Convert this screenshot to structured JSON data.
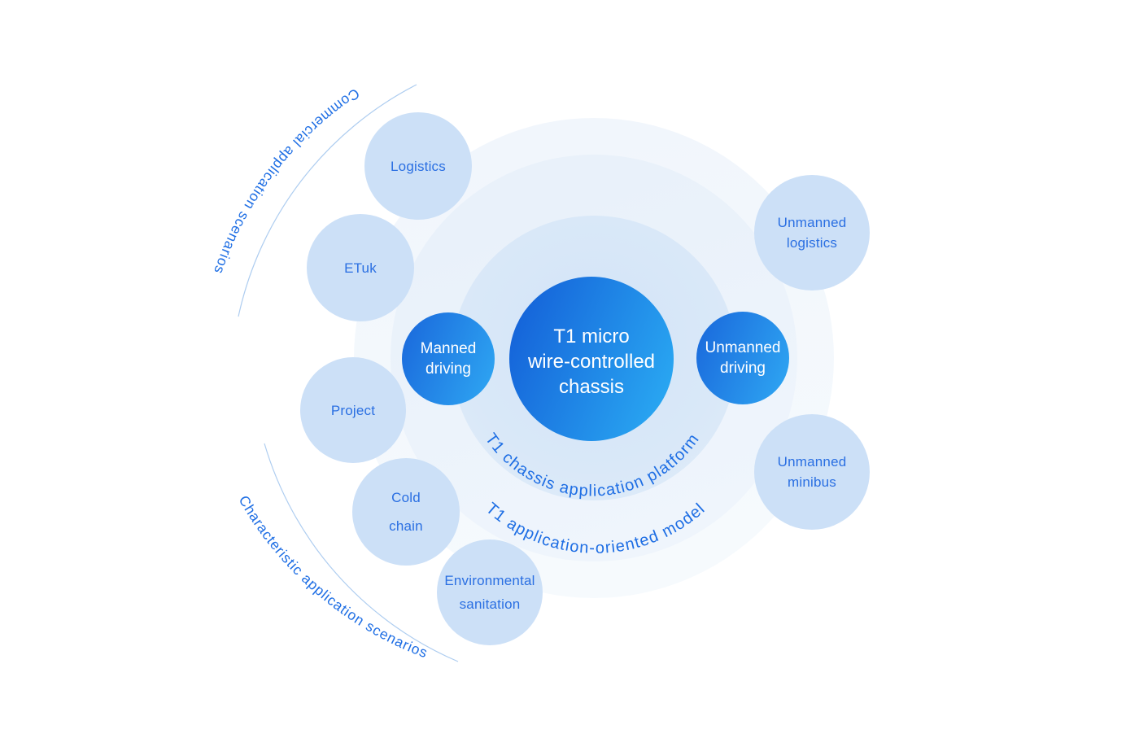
{
  "arc_labels": {
    "commercial": "Commercial application scenarios",
    "characteristic": "Characteristic application scenarios",
    "platform": "T1 chassis application platform",
    "model": "T1 application-oriented model"
  },
  "core_circle": {
    "lines": [
      "T1 micro",
      "wire-controlled",
      "chassis"
    ]
  },
  "mode_circles": {
    "manned": {
      "lines": [
        "Manned",
        "driving"
      ]
    },
    "unmanned": {
      "lines": [
        "Unmanned",
        "driving"
      ]
    }
  },
  "scenario_circles": {
    "logistics": {
      "label": "Logistics"
    },
    "etuk": {
      "label": "ETuk"
    },
    "project": {
      "label": "Project"
    },
    "cold_chain": {
      "lines": [
        "Cold",
        "chain"
      ]
    },
    "environmental_sanitation": {
      "lines": [
        "Environmental",
        "sanitation"
      ]
    },
    "unmanned_logistics": {
      "lines": [
        "Unmanned",
        "logistics"
      ]
    },
    "unmanned_minibus": {
      "lines": [
        "Unmanned",
        "minibus"
      ]
    }
  },
  "colors": {
    "core_gradient_start": "#1460d8",
    "core_gradient_end": "#2badf4",
    "mode_gradient_start": "#1b6cdd",
    "mode_gradient_end": "#2ea5f2",
    "scenario_bubble_fill": "#cce0f7",
    "bubble_text_blue": "#2a6fe2",
    "arc_text_blue": "#1e6ee4",
    "arc_line_blue": "#aecdf0",
    "inner_ring_fill": "#d7e6f7",
    "mid_halo_fill": "#e9f1fa",
    "outer_halo_fill": "#f2f7fc"
  }
}
